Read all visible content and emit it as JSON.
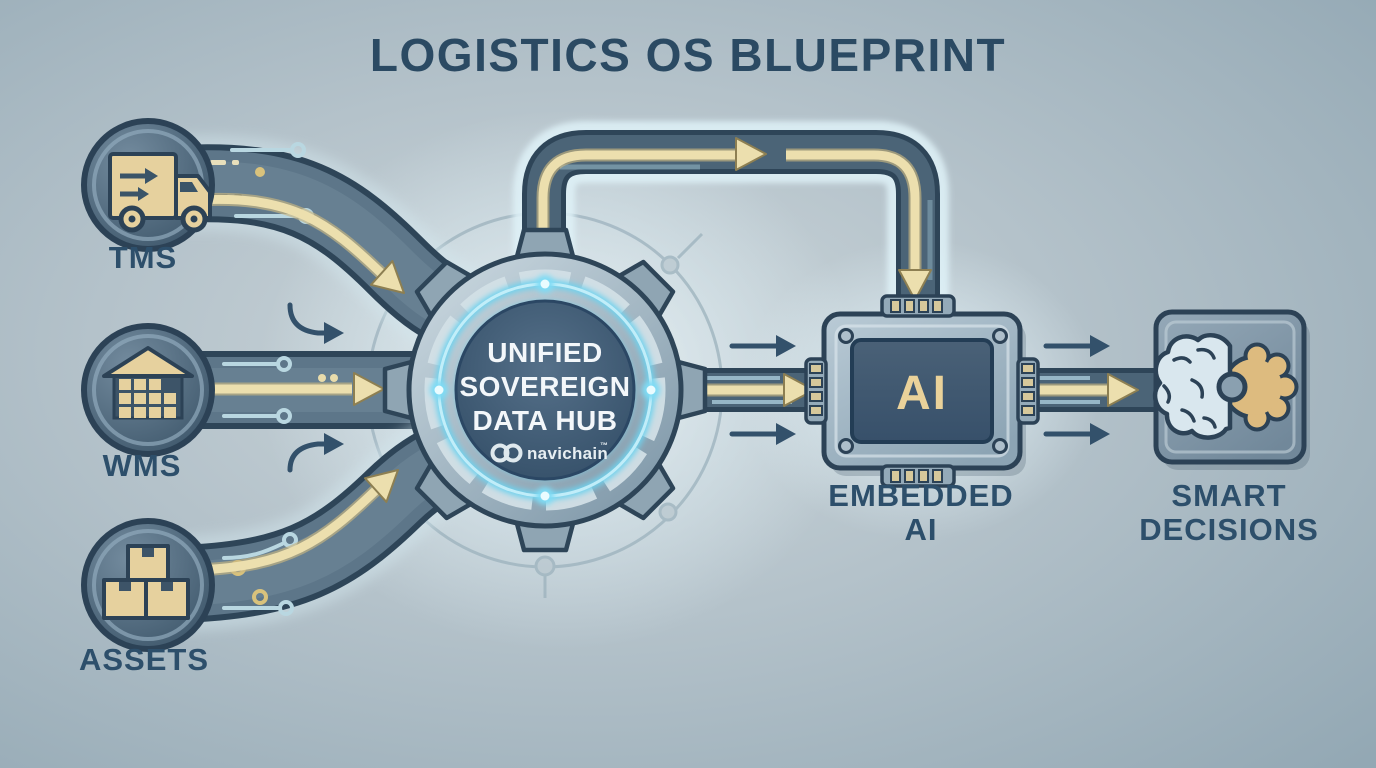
{
  "title": "LOGISTICS OS BLUEPRINT",
  "sources": [
    {
      "id": "tms",
      "label": "TMS",
      "icon": "truck-icon"
    },
    {
      "id": "wms",
      "label": "WMS",
      "icon": "warehouse-icon"
    },
    {
      "id": "assets",
      "label": "ASSETS",
      "icon": "boxes-icon"
    }
  ],
  "hub": {
    "name_lines": [
      "UNIFIED",
      "SOVEREIGN",
      "DATA HUB"
    ],
    "brand": "navichain",
    "trademark": "™",
    "logo_icon": "chain-links-icon"
  },
  "ai": {
    "chip_label": "AI",
    "caption_lines": [
      "EMBEDDED",
      "AI"
    ]
  },
  "output": {
    "caption_lines": [
      "SMART",
      "DECISIONS"
    ],
    "icon": "brain-gear-icon"
  },
  "flow": [
    {
      "from": "TMS",
      "to": "UNIFIED SOVEREIGN DATA HUB"
    },
    {
      "from": "WMS",
      "to": "UNIFIED SOVEREIGN DATA HUB"
    },
    {
      "from": "ASSETS",
      "to": "UNIFIED SOVEREIGN DATA HUB"
    },
    {
      "from": "UNIFIED SOVEREIGN DATA HUB",
      "to": "EMBEDDED AI",
      "routes": [
        "top-bypass-pipe",
        "direct-pipe"
      ]
    },
    {
      "from": "EMBEDDED AI",
      "to": "SMART DECISIONS"
    }
  ],
  "colors": {
    "background_edge": "#93a8b4",
    "background_center": "#cbd5da",
    "title_text": "#2b4a63",
    "label_text": "#2d4f6b",
    "outline": "#2c4256",
    "pipe_fill": "#5d7689",
    "gold": "#e9d9a2",
    "glow_cyan": "#7fd9f2",
    "hub_core": "#3d5a74",
    "chip_screen": "#3f5669",
    "gear_gold": "#ddbb7f",
    "brain_blue": "#d9e7ee"
  }
}
